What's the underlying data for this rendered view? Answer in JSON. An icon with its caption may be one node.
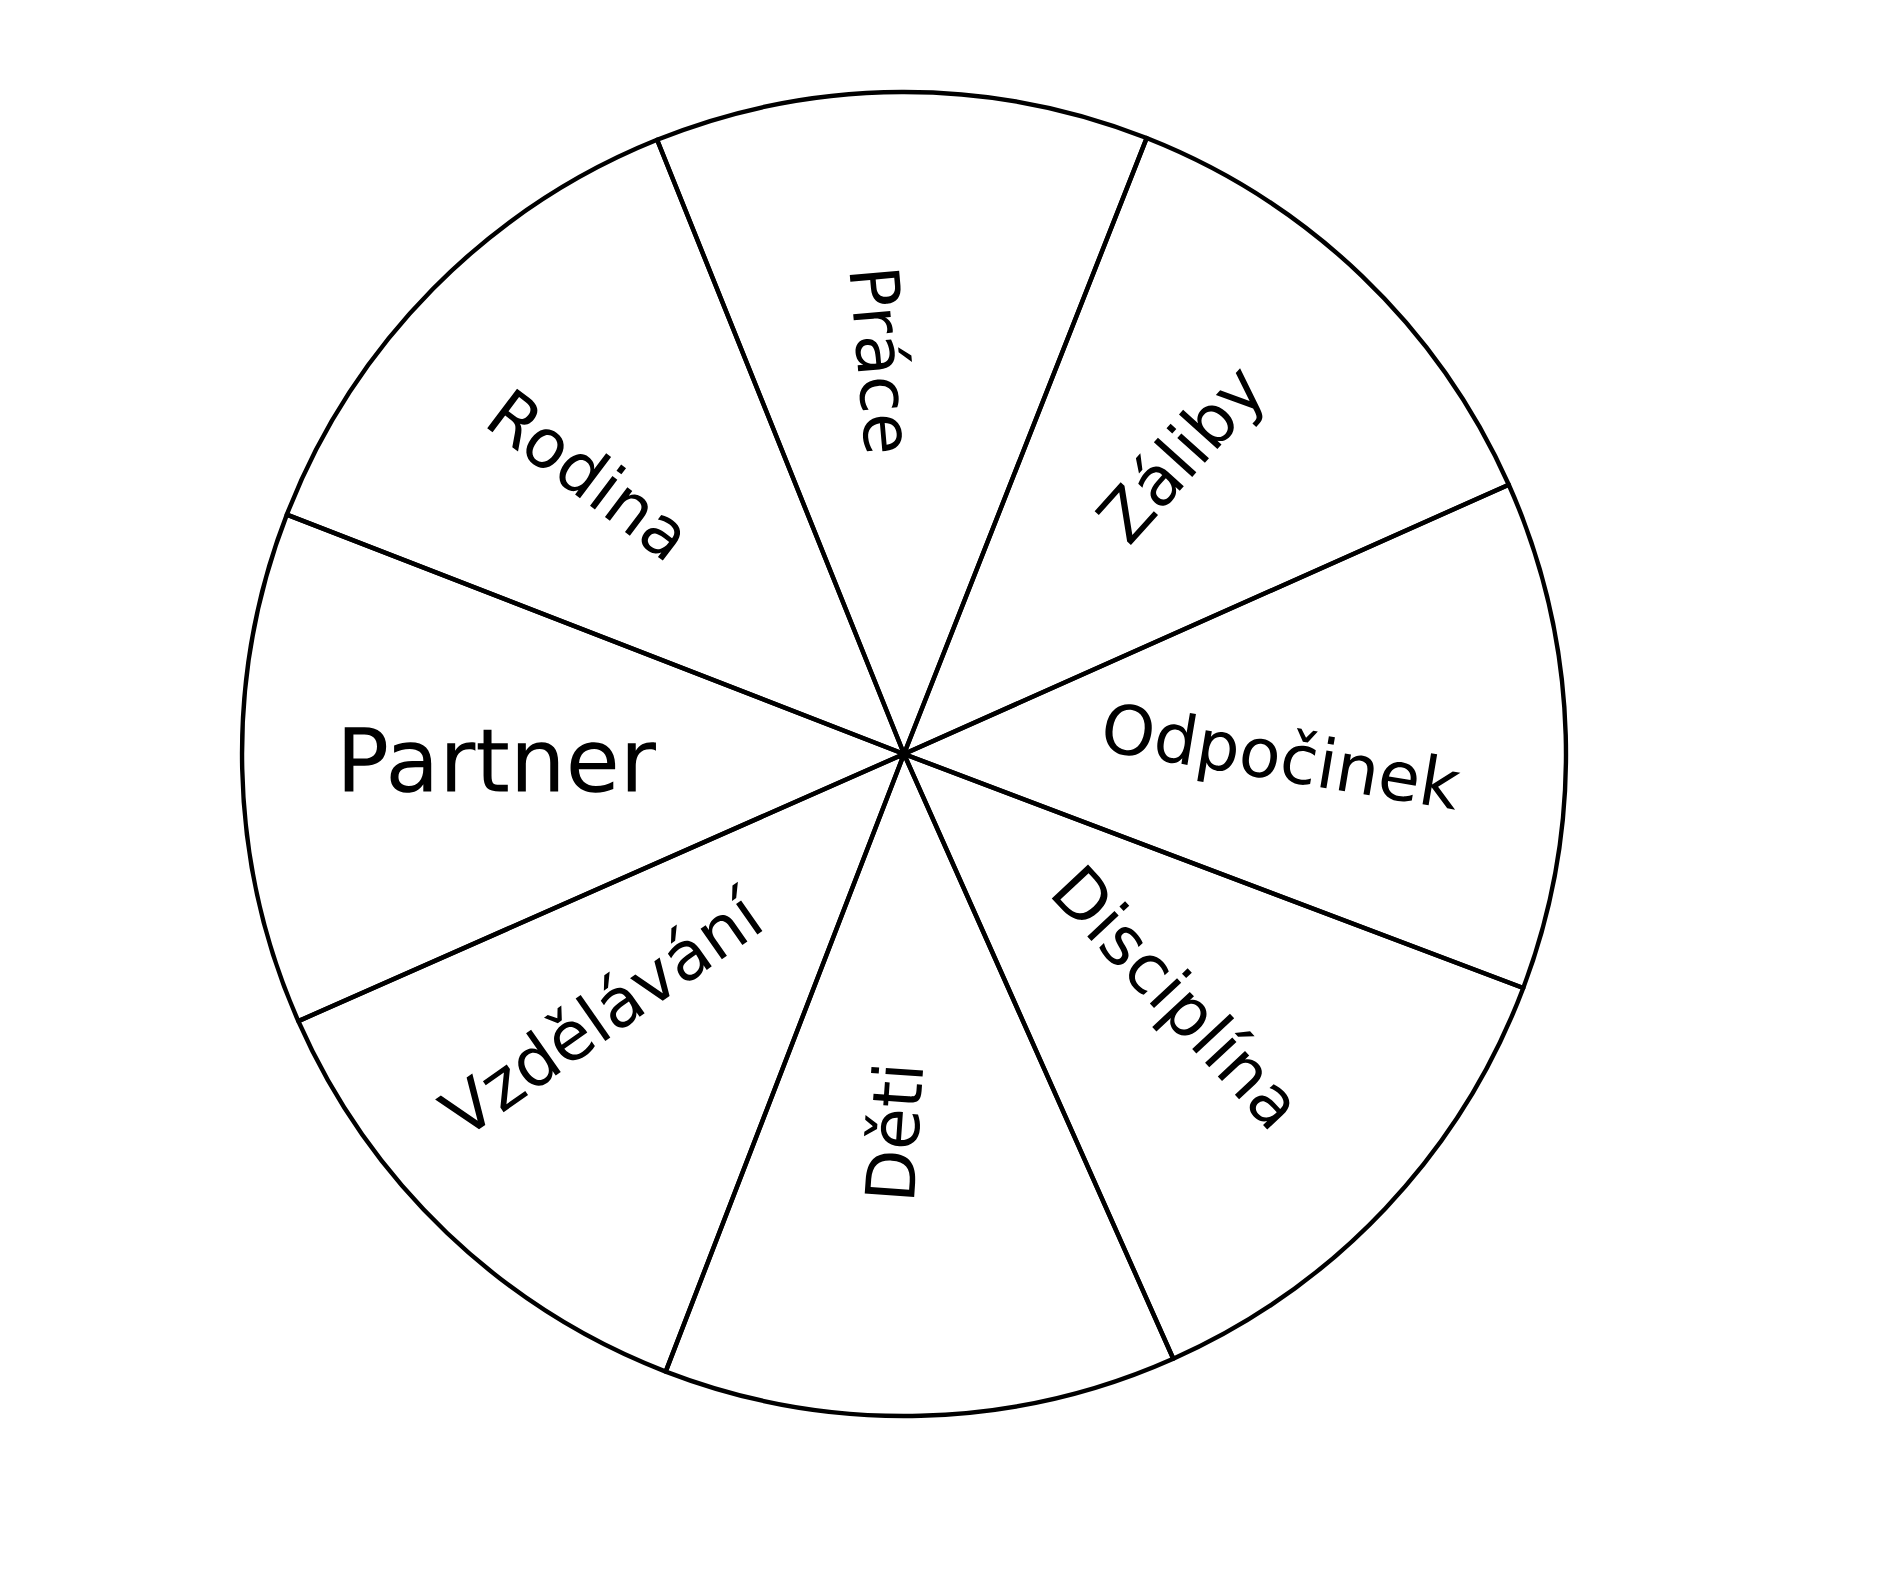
{
  "diagram": {
    "nodes": [
      {
        "text": [
          "Práce"
        ]
      },
      {
        "text": [
          "Rodina"
        ]
      },
      {
        "text": [
          "Záliby"
        ]
      },
      {
        "text": [
          "Partner"
        ]
      },
      {
        "text": [
          "Odpočinek"
        ]
      },
      {
        "text": [
          "Vzdělávání"
        ]
      },
      {
        "text": [
          "Disciplína"
        ]
      },
      {
        "text": [
          "Děti"
        ]
      }
    ]
  }
}
